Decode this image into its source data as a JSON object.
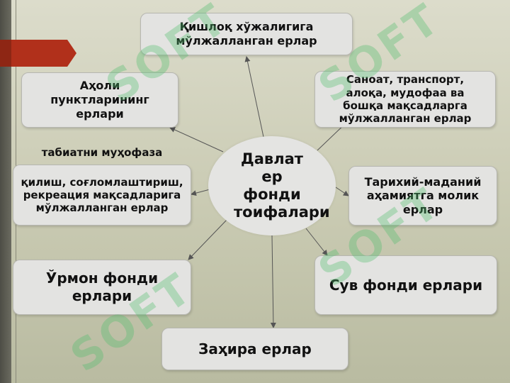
{
  "center": {
    "label": "Давлат ер фонди тоифалари"
  },
  "nodes": {
    "agri": "Қишлоқ хўжалигига мўлжалланган ерлар",
    "settlements": "Аҳоли пунктларининг ерлари",
    "industry": "Саноат, транспорт, алоқа, мудофаа ва бошқа мақсадларга мўлжалланган ерлар",
    "nature_head": "табиатни муҳофаза",
    "nature": "қилиш, соғломлаштириш, рекреация мақсадларига мўлжалланган ерлар",
    "heritage": "Тарихий-маданий аҳамиятга молик ерлар",
    "forest": "Ўрмон фонди ерлари",
    "water": "Сув фонди ерлари",
    "reserve": "Заҳира ерлар"
  },
  "colors": {
    "accent": "#b1301b",
    "box": "#e3e3e1",
    "watermark": "#50be6e"
  }
}
